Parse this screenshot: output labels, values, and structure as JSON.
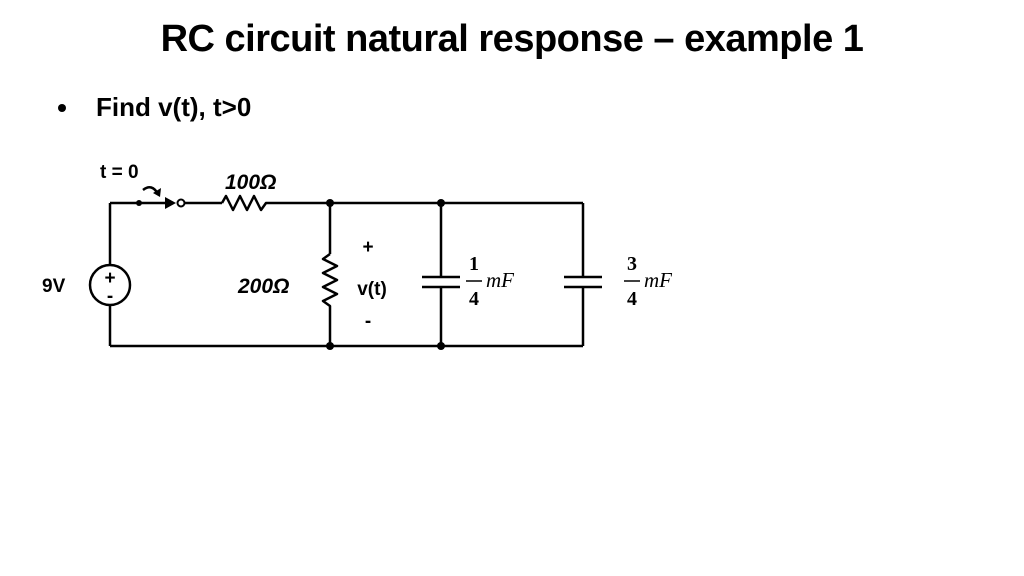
{
  "slide": {
    "title": "RC circuit natural response – example 1",
    "bullets": [
      {
        "text": "Find v(t), t>0"
      }
    ]
  },
  "circuit": {
    "switch_label": "t = 0",
    "source": {
      "value": "9V",
      "plus": "+",
      "minus": "-"
    },
    "resistor_series": {
      "value": "100Ω"
    },
    "resistor_shunt": {
      "value": "200Ω"
    },
    "voltage": {
      "label": "v(t)",
      "plus": "+",
      "minus": "-"
    },
    "capacitor_1": {
      "numerator": "1",
      "denominator": "4",
      "unit": "mF"
    },
    "capacitor_2": {
      "numerator": "3",
      "denominator": "4",
      "unit": "mF"
    }
  }
}
